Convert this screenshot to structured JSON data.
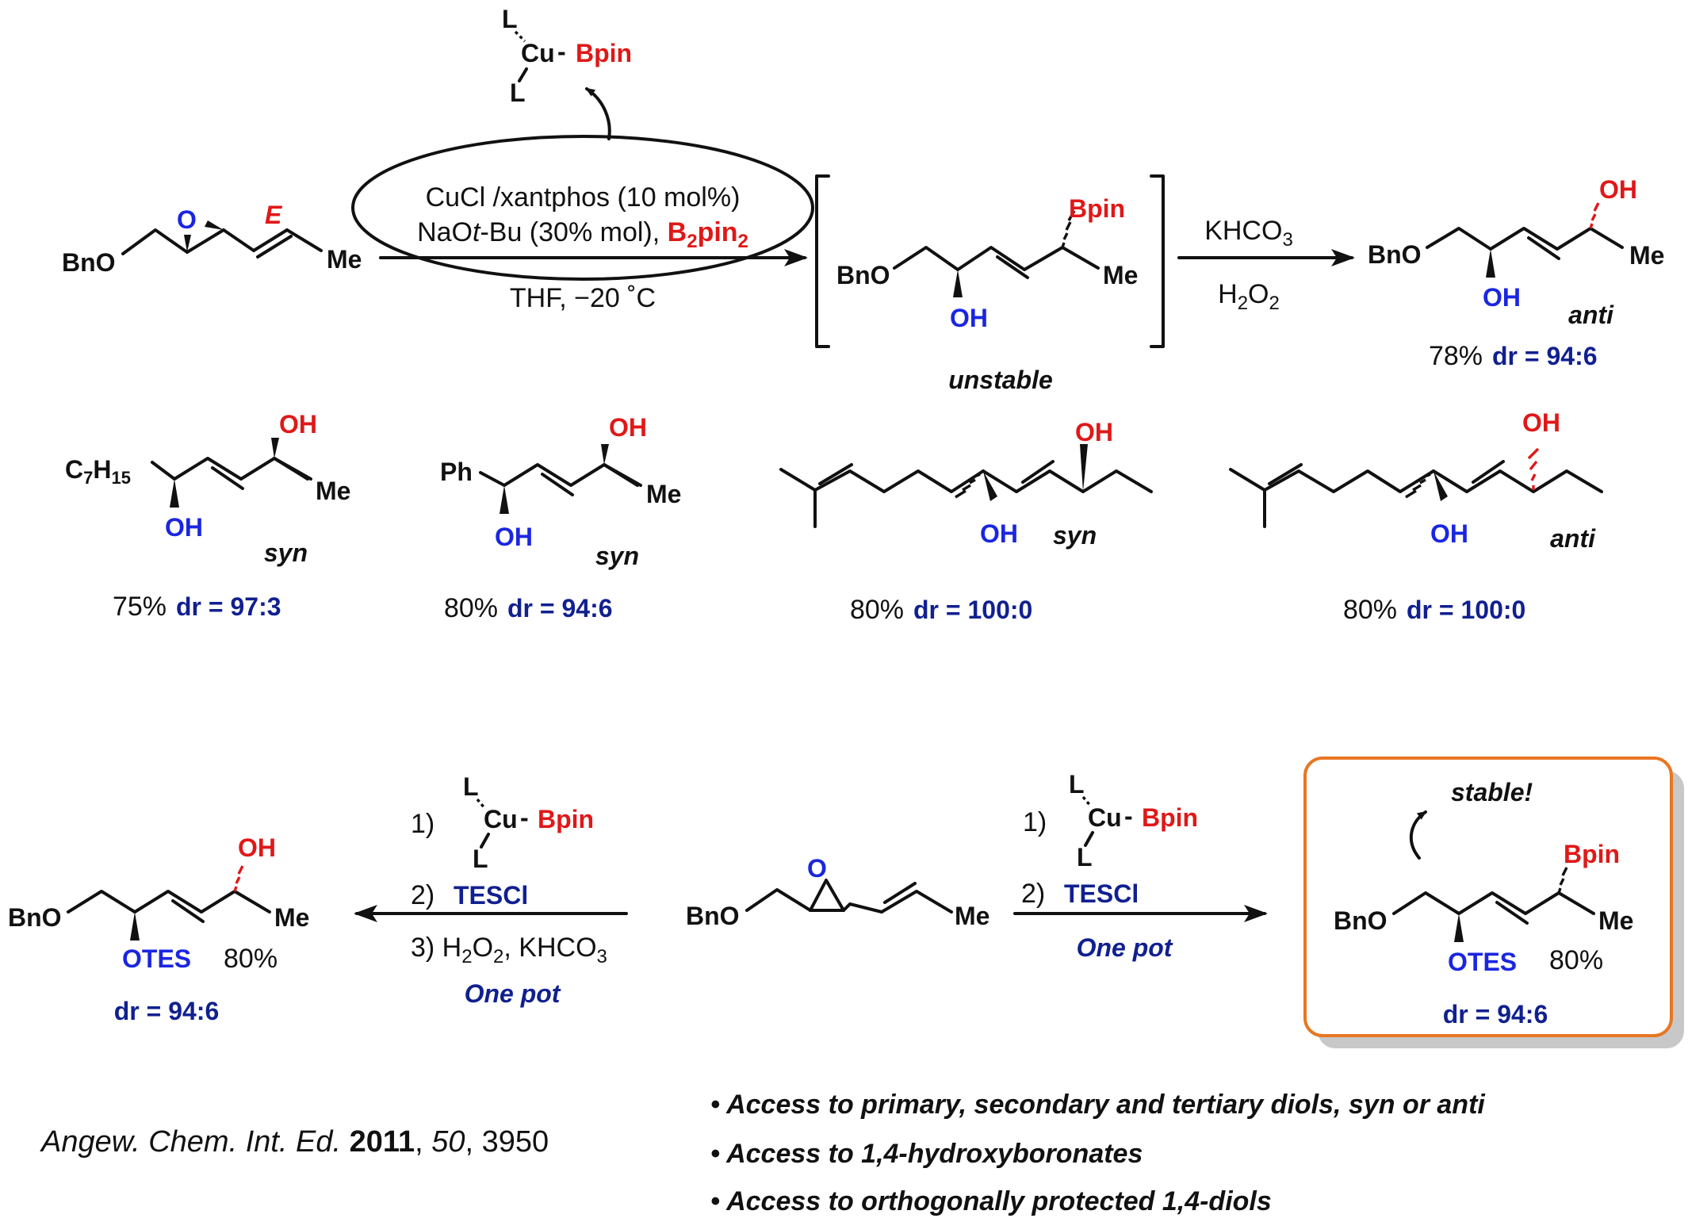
{
  "top": {
    "catalyst": {
      "L1": "L",
      "Cu": "Cu",
      "dash": "-",
      "Bpin": "Bpin",
      "L2": "L"
    },
    "substrate": {
      "BnO": "BnO",
      "O": "O",
      "E": "E",
      "Me": "Me"
    },
    "conditions": {
      "line1": "CuCl /xantphos (10 mol%)",
      "line2_pre": "NaO",
      "line2_t": "t",
      "line2_post": "-Bu (30% mol), ",
      "line2_reagent": "B",
      "line2_reagent_sub": "2",
      "line2_reagent_b": "pin",
      "line2_reagent_sub2": "2",
      "line3": "THF, −20 ˚C"
    },
    "intermediate": {
      "BnO": "BnO",
      "OH": "OH",
      "Bpin": "Bpin",
      "Me": "Me",
      "note": "unstable"
    },
    "oxidation": {
      "reagent1_main": "KHCO",
      "reagent1_sub": "3",
      "reagent2_a": "H",
      "reagent2_sub1": "2",
      "reagent2_b": "O",
      "reagent2_sub2": "2"
    },
    "product": {
      "BnO": "BnO",
      "OH_top": "OH",
      "OH_bottom": "OH",
      "Me": "Me",
      "stereo": "anti",
      "yield": "78%",
      "dr": "dr = 94:6"
    }
  },
  "examples": [
    {
      "sub": "C",
      "sub_n": "7",
      "sub_h": "H",
      "sub_hn": "15",
      "OH_top": "OH",
      "OH_bottom": "OH",
      "Me": "Me",
      "stereo": "syn",
      "yield": "75%",
      "dr": "dr = 97:3"
    },
    {
      "Ph": "Ph",
      "OH_top": "OH",
      "OH_bottom": "OH",
      "Me": "Me",
      "stereo": "syn",
      "yield": "80%",
      "dr": "dr = 94:6"
    },
    {
      "OH_top": "OH",
      "OH_bottom": "OH",
      "stereo": "syn",
      "yield": "80%",
      "dr": "dr = 100:0"
    },
    {
      "OH_top": "OH",
      "OH_bottom": "OH",
      "stereo": "anti",
      "yield": "80%",
      "dr": "dr = 100:0"
    }
  ],
  "bottom": {
    "left_product": {
      "BnO": "BnO",
      "OH": "OH",
      "Me": "Me",
      "OTES": "OTES",
      "yield": "80%",
      "dr": "dr = 94:6"
    },
    "left_conditions": {
      "step1": "1)",
      "L1": "L",
      "Cu": "Cu",
      "dash": "-",
      "Bpin": "Bpin",
      "L2": "L",
      "step2": "2)",
      "tescl": "TESCl",
      "step3": "3) H",
      "h2o2_sub": "2",
      "o": "O",
      "o_sub": "2",
      "khco": ", KHCO",
      "khco_sub": "3",
      "onepot": "One pot"
    },
    "center_substrate": {
      "BnO": "BnO",
      "O": "O",
      "Me": "Me"
    },
    "right_conditions": {
      "step1": "1)",
      "L1": "L",
      "Cu": "Cu",
      "dash": "-",
      "Bpin": "Bpin",
      "L2": "L",
      "step2": "2)",
      "tescl": "TESCl",
      "onepot": "One pot"
    },
    "right_product": {
      "note": "stable!",
      "BnO": "BnO",
      "Bpin": "Bpin",
      "Me": "Me",
      "OTES": "OTES",
      "yield": "80%",
      "dr": "dr = 94:6"
    }
  },
  "citation": {
    "journal": "Angew. Chem. Int. Ed.",
    "year": "2011",
    "sep1": ",",
    "volume": "50",
    "sep2": ",",
    "page": "3950"
  },
  "bullets": [
    "• Access to primary, secondary and tertiary diols, syn or anti",
    "• Access to 1,4-hydroxyboronates",
    "• Access to orthogonally protected 1,4-diols"
  ],
  "colors": {
    "boron": "#e01818",
    "oxygen": "#1a26e0",
    "dr": "#11208f",
    "box": "#e87722"
  }
}
